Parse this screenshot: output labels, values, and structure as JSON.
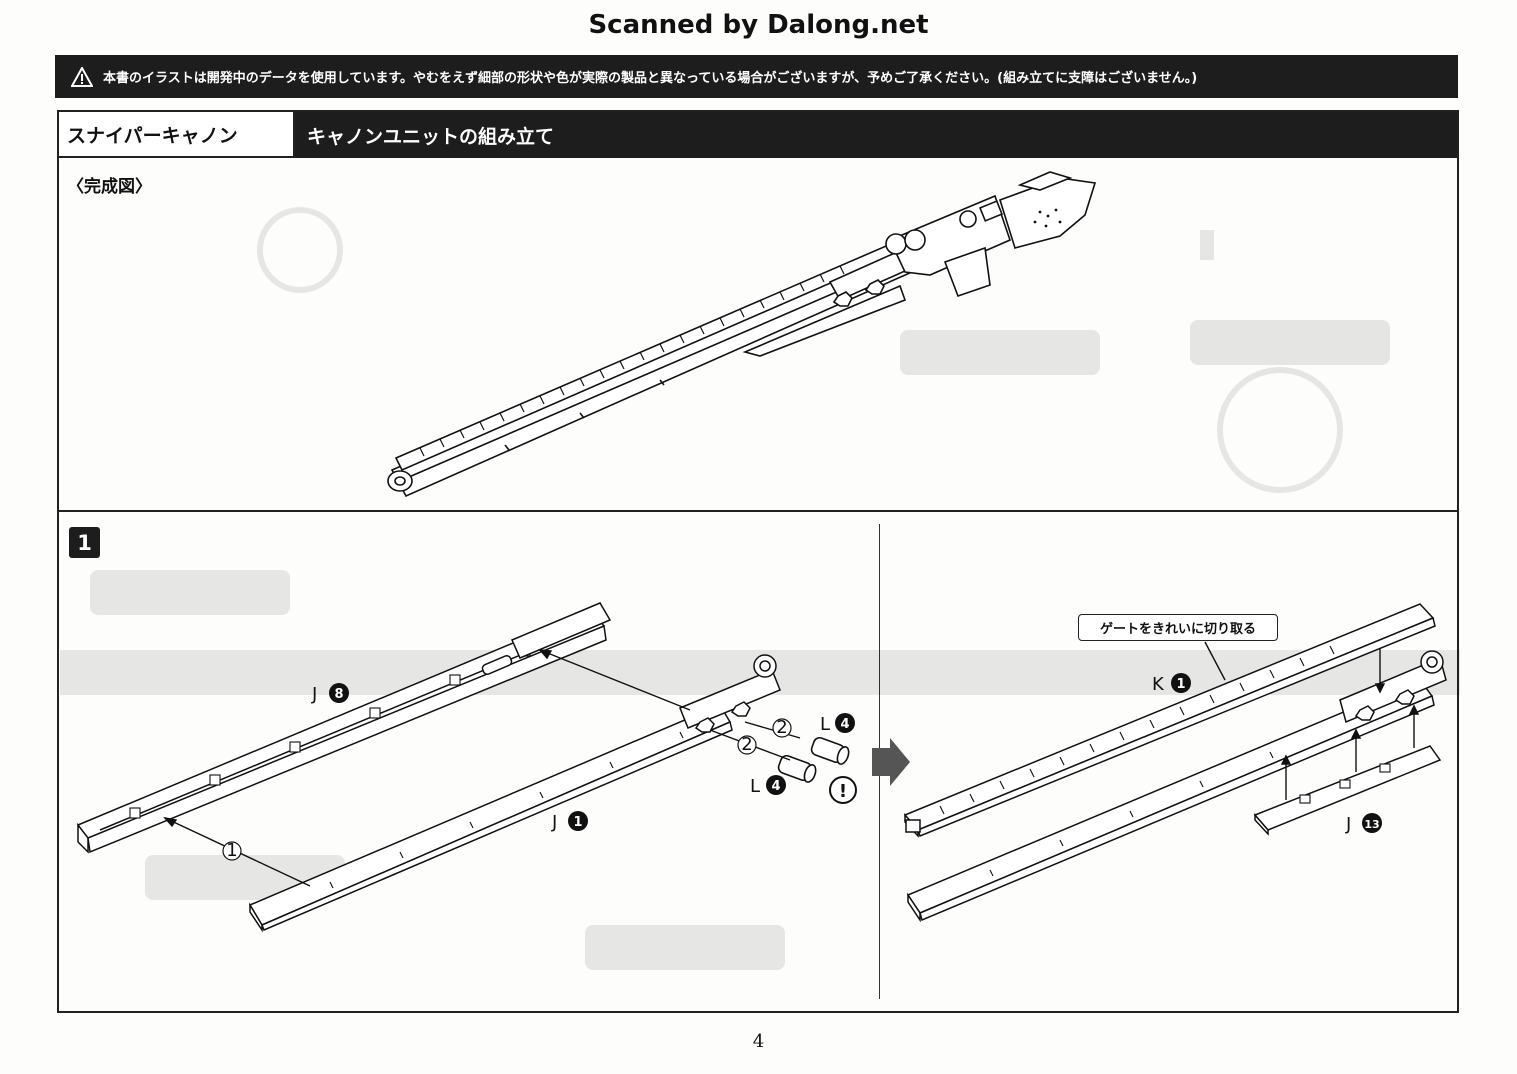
{
  "watermark": "Scanned by Dalong.net",
  "notice": {
    "icon": "warning-icon",
    "text": "本書のイラストは開発中のデータを使用しています。やむをえず細部の形状や色が実際の製品と異なっている場合がございますが、予めご了承ください。(組み立てに支障はございません。)"
  },
  "header": {
    "section": "スナイパーキャノン",
    "title": "キャノンユニットの組み立て"
  },
  "complete_label": "〈完成図〉",
  "step": {
    "number": "1",
    "left_labels": {
      "j8": "J",
      "j8_num": "8",
      "j1": "J",
      "j1_num": "1",
      "l4_a": "L",
      "l4_a_num": "4",
      "l4_b": "L",
      "l4_b_num": "4",
      "arrow1": "1",
      "arrow2a": "2",
      "arrow2b": "2",
      "caution": "!"
    },
    "right_labels": {
      "callout": "ゲートをきれいに切り取る",
      "k1": "K",
      "k1_num": "1",
      "j13": "J",
      "j13_num": "13"
    }
  },
  "page_number": "4"
}
